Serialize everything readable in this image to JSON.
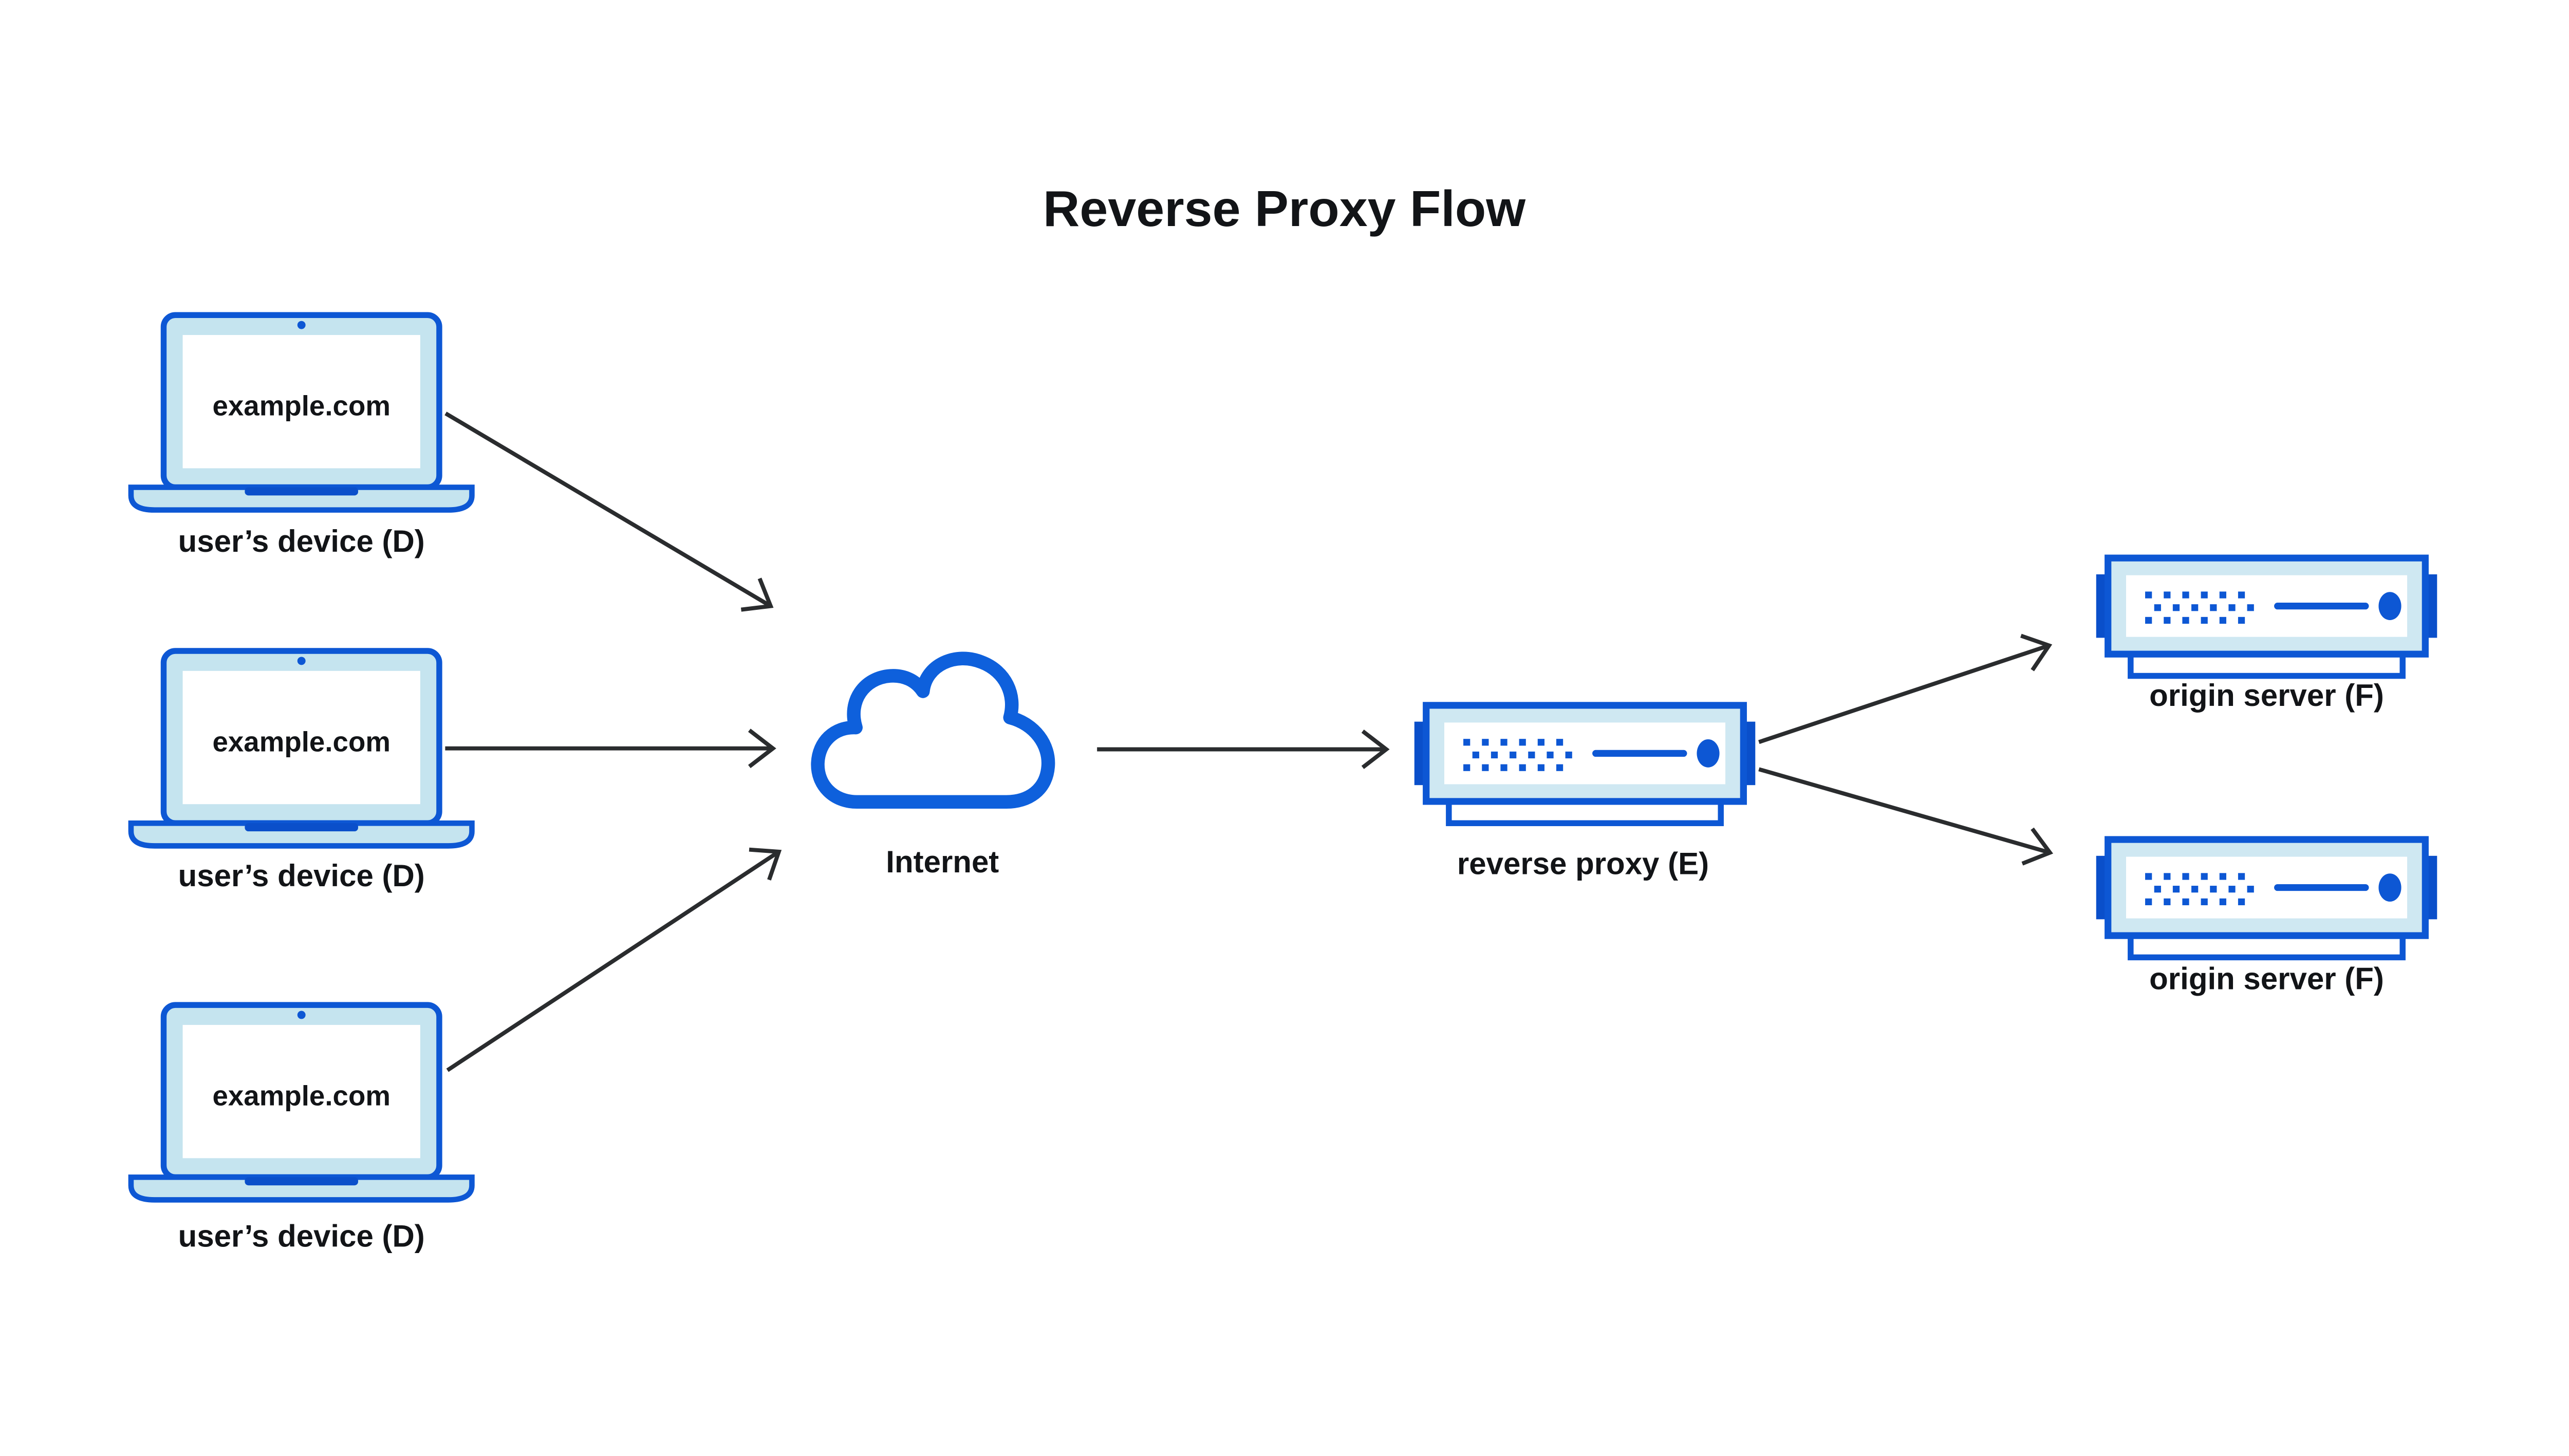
{
  "title": "Reverse Proxy Flow",
  "colors": {
    "blue": "#0d57d4",
    "tab_blue": "#0a4fca",
    "cloud_blue": "#0e60dc",
    "laptop_fill": "#c5e4ef",
    "server_fill": "#cfe8f2",
    "arrow": "#2a2c2e",
    "ink": "#121417",
    "bg": "#ffffff"
  },
  "icons": {
    "device": "laptop-icon",
    "internet": "cloud-icon",
    "server": "server-icon"
  },
  "nodes": {
    "devices": [
      {
        "id": "user-device-1",
        "screen_text": "example.com",
        "label": "user’s device (D)"
      },
      {
        "id": "user-device-2",
        "screen_text": "example.com",
        "label": "user’s device (D)"
      },
      {
        "id": "user-device-3",
        "screen_text": "example.com",
        "label": "user’s device (D)"
      }
    ],
    "internet": {
      "id": "internet",
      "label": "Internet"
    },
    "reverse_proxy": {
      "id": "reverse-proxy",
      "label": "reverse proxy (E)"
    },
    "origin_servers": [
      {
        "id": "origin-server-1",
        "label": "origin server (F)"
      },
      {
        "id": "origin-server-2",
        "label": "origin server (F)"
      }
    ]
  },
  "edges": [
    {
      "from": "user-device-1",
      "to": "internet"
    },
    {
      "from": "user-device-2",
      "to": "internet"
    },
    {
      "from": "user-device-3",
      "to": "internet"
    },
    {
      "from": "internet",
      "to": "reverse-proxy"
    },
    {
      "from": "reverse-proxy",
      "to": "origin-server-1"
    },
    {
      "from": "reverse-proxy",
      "to": "origin-server-2"
    }
  ]
}
